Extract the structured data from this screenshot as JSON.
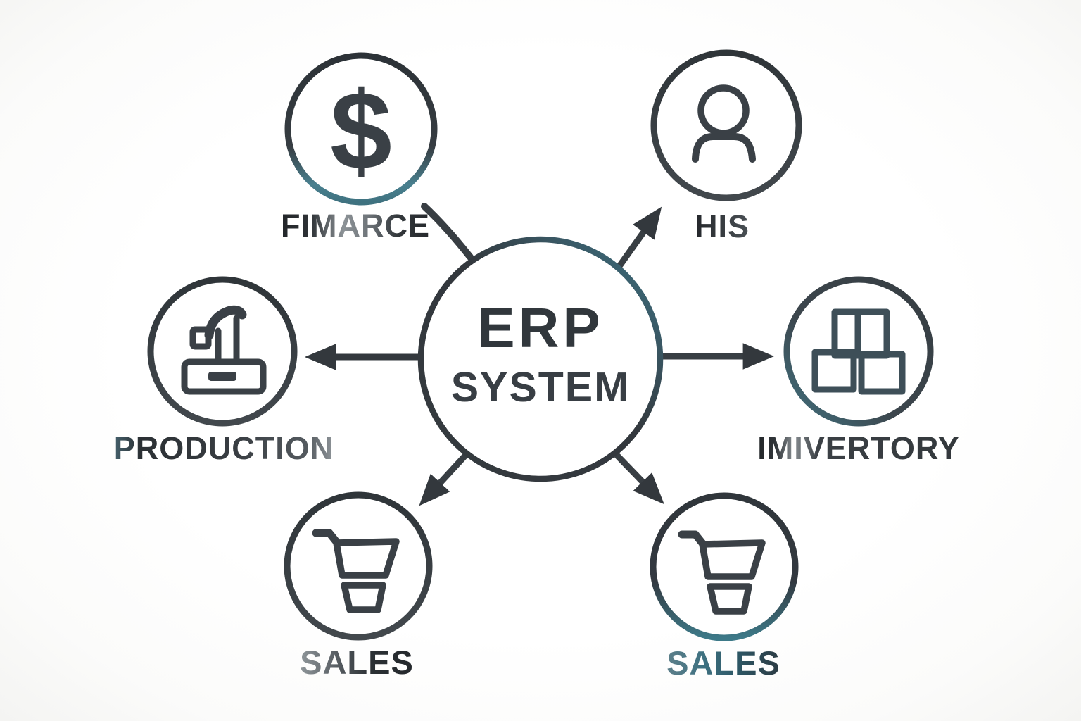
{
  "diagram": {
    "type": "hub-and-spoke",
    "center": {
      "line1": "ERP",
      "line2": "SYSTEM"
    },
    "nodes": [
      {
        "id": "finance",
        "label": "FIMARCE",
        "icon": "dollar-sign-icon",
        "glyph": "$",
        "position": "top-left"
      },
      {
        "id": "hr",
        "label": "HIS",
        "icon": "person-icon",
        "position": "top-right"
      },
      {
        "id": "production",
        "label": "PRODUCTION",
        "icon": "press-machine-icon",
        "position": "left"
      },
      {
        "id": "inventory",
        "label": "IMIVERTORY",
        "icon": "stacked-boxes-icon",
        "position": "right"
      },
      {
        "id": "sales-left",
        "label": "SALES",
        "icon": "shopping-cart-icon",
        "position": "bottom-left"
      },
      {
        "id": "sales-right",
        "label": "SALES",
        "icon": "shopping-cart-icon",
        "position": "bottom-right"
      }
    ],
    "colors": {
      "stroke_dark": "#363c41",
      "accent_teal": "#3d7483",
      "label_dark": "#33383d"
    }
  }
}
